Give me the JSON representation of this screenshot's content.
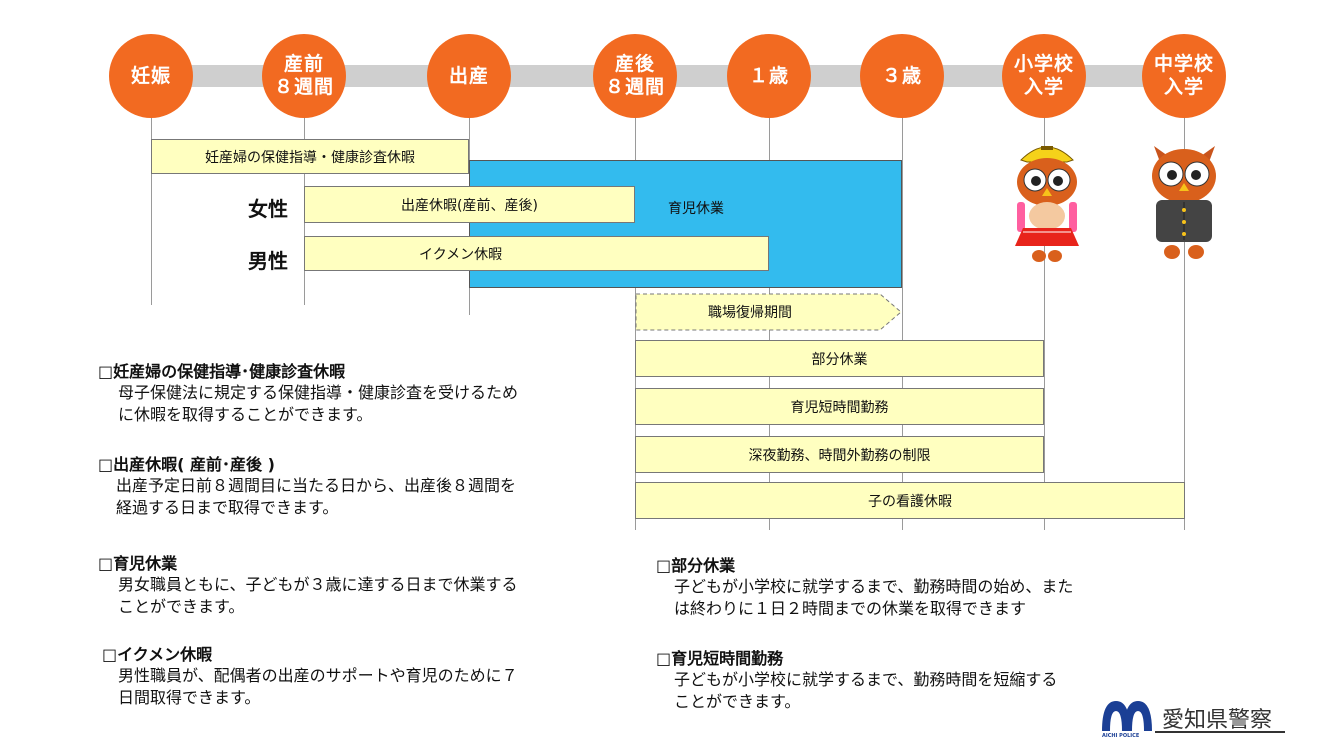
{
  "milestones": [
    {
      "line1": "妊娠",
      "line2": ""
    },
    {
      "line1": "産前",
      "line2": "８週間"
    },
    {
      "line1": "出産",
      "line2": ""
    },
    {
      "line1": "産後",
      "line2": "８週間"
    },
    {
      "line1": "１歳",
      "line2": ""
    },
    {
      "line1": "３歳",
      "line2": ""
    },
    {
      "line1": "小学校",
      "line2": "入学"
    },
    {
      "line1": "中学校",
      "line2": "入学"
    }
  ],
  "labels": {
    "female": "女性",
    "male": "男性"
  },
  "bars": {
    "health_check": "妊産婦の保健指導・健康診査休暇",
    "maternity": "出産休暇(産前、産後)",
    "childcare": "育児休業",
    "ikumen": "イクメン休暇",
    "return_to_work": "職場復帰期間",
    "partial": "部分休業",
    "short_hours": "育児短時間勤務",
    "night_limit": "深夜勤務、時間外勤務の制限",
    "nursing": "子の看護休暇"
  },
  "sections": [
    {
      "title": "□妊産婦の保健指導･健康診査休暇",
      "lines": [
        "母子保健法に規定する保健指導・健康診査を受けるため",
        "に休暇を取得することができます。"
      ]
    },
    {
      "title": "□出産休暇( 産前･産後 )",
      "lines": [
        "出産予定日前８週間目に当たる日から、出産後８週間を",
        "経過する日まで取得できます。"
      ]
    },
    {
      "title": "□育児休業",
      "lines": [
        "男女職員ともに、子どもが３歳に達する日まで休業する",
        "ことができます。"
      ]
    },
    {
      "title": "□イクメン休暇",
      "lines": [
        "男性職員が、配偶者の出産のサポートや育児のために７",
        "日間取得できます。"
      ]
    },
    {
      "title": "□部分休業",
      "lines": [
        "子どもが小学校に就学するまで、勤務時間の始め、また",
        "は終わりに１日２時間までの休業を取得できます"
      ]
    },
    {
      "title": "□育児短時間勤務",
      "lines": [
        "子どもが小学校に就学するまで、勤務時間を短縮する",
        "ことができます。"
      ]
    }
  ],
  "logo": {
    "name": "愛知県警察",
    "sub": "AICHI POLICE"
  },
  "colors": {
    "milestone": "#f26a21",
    "bar_fill": "#ffffc0",
    "childcare": "#33bbee",
    "track": "#cfcfcf"
  }
}
